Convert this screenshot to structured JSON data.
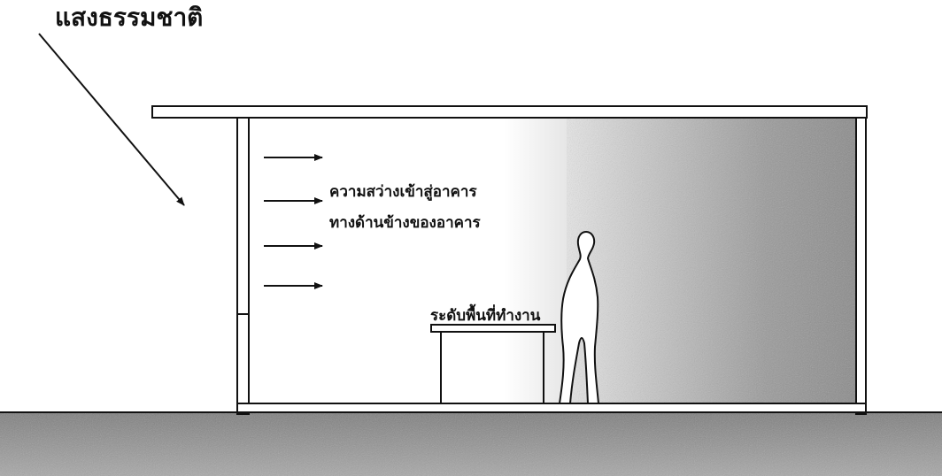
{
  "labels": {
    "natural_light": "แสงธรรมชาติ",
    "side_light_line1": "ความสว่างเข้าสู่อาคาร",
    "side_light_line2": "ทางด้านข้างของอาคาร",
    "work_plane": "ระดับพื้นที่ทำงาน"
  },
  "colors": {
    "line": "#111111",
    "ground": "#8c8c8c",
    "shade_dark": "#8a8a8a",
    "background": "#ffffff"
  },
  "icons": {
    "person": "human-silhouette-icon",
    "arrow": "arrow-right-icon"
  }
}
